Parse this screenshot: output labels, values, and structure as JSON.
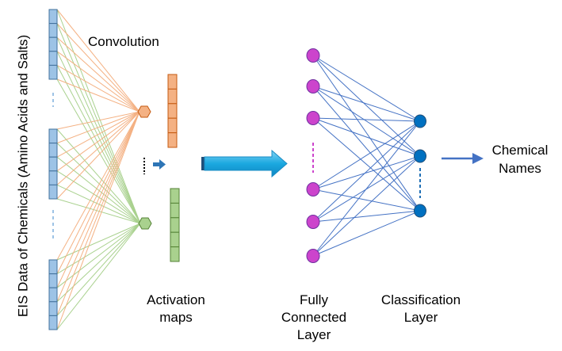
{
  "labels": {
    "y_axis": "EIS Data of Chemicals (Amino Acids and Salts)",
    "convolution": "Convolution",
    "activation_line1": "Activation",
    "activation_line2": "maps",
    "fc_line1": "Fully",
    "fc_line2": "Connected",
    "fc_line3": "Layer",
    "class_line1": "Classification",
    "class_line2": "Layer",
    "output_line1": "Chemical",
    "output_line2": "Names"
  },
  "colors": {
    "input_cell": "#9dc3e6",
    "input_border": "#41719c",
    "orange": "#f4b183",
    "orange_border": "#c55a11",
    "green": "#a9d18e",
    "green_border": "#548235",
    "fc_node": "#cc44cc",
    "fc_border": "#7030a0",
    "class_node": "#0070c0",
    "mesh_line": "#4472c4",
    "big_arrow": "#1ba8e0",
    "output_arrow": "#4472c4"
  }
}
